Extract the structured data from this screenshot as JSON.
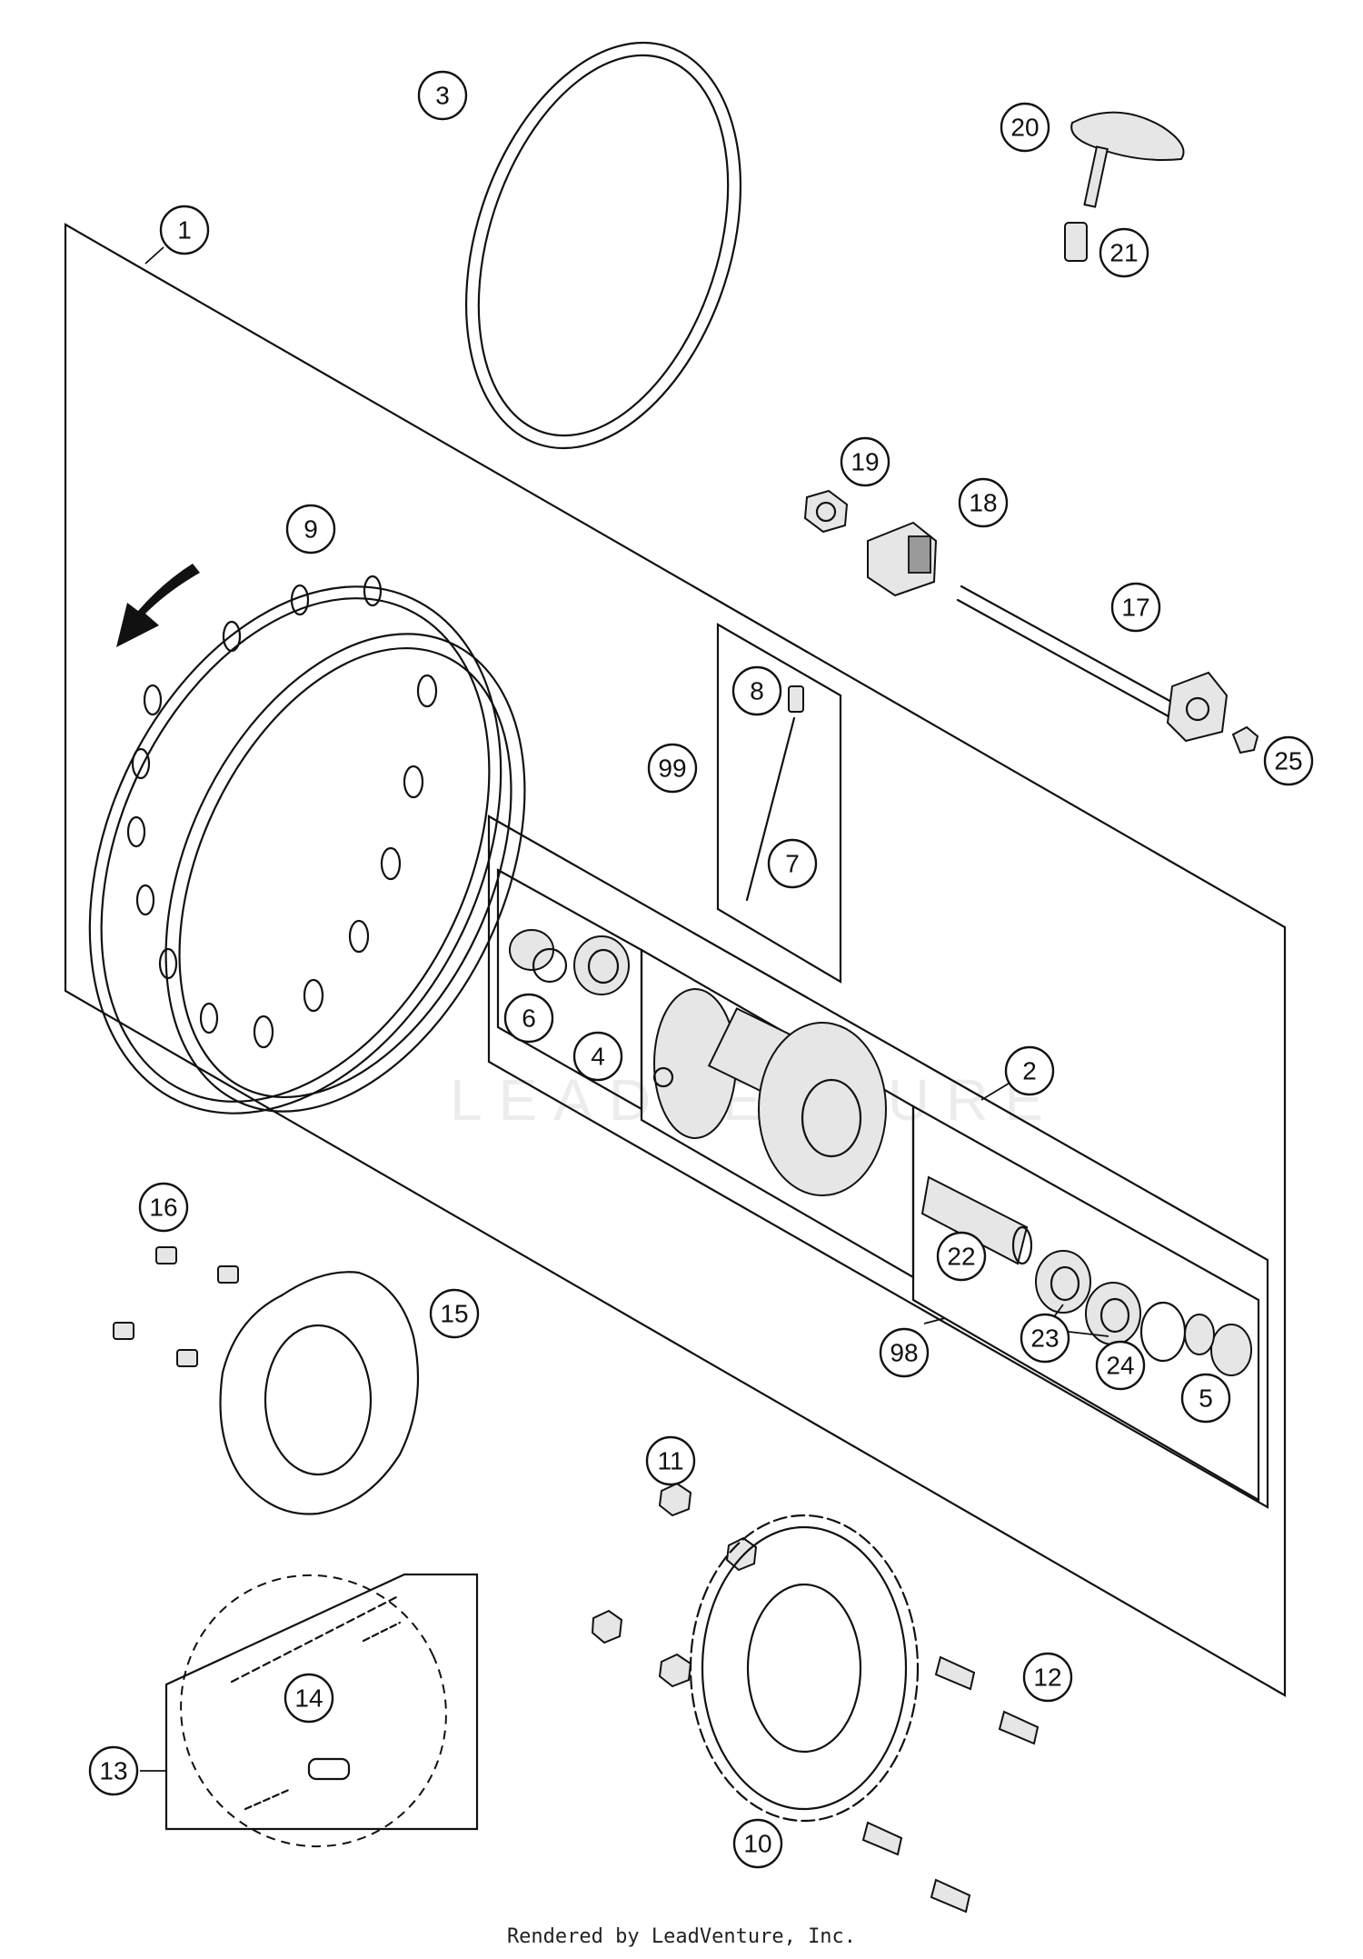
{
  "callouts": [
    {
      "id": "1",
      "label": "1"
    },
    {
      "id": "2",
      "label": "2"
    },
    {
      "id": "3",
      "label": "3"
    },
    {
      "id": "4",
      "label": "4"
    },
    {
      "id": "5",
      "label": "5"
    },
    {
      "id": "6",
      "label": "6"
    },
    {
      "id": "7",
      "label": "7"
    },
    {
      "id": "8",
      "label": "8"
    },
    {
      "id": "9",
      "label": "9"
    },
    {
      "id": "10",
      "label": "10"
    },
    {
      "id": "11",
      "label": "11"
    },
    {
      "id": "12",
      "label": "12"
    },
    {
      "id": "13",
      "label": "13"
    },
    {
      "id": "14",
      "label": "14"
    },
    {
      "id": "15",
      "label": "15"
    },
    {
      "id": "16",
      "label": "16"
    },
    {
      "id": "17",
      "label": "17"
    },
    {
      "id": "18",
      "label": "18"
    },
    {
      "id": "19",
      "label": "19"
    },
    {
      "id": "20",
      "label": "20"
    },
    {
      "id": "21",
      "label": "21"
    },
    {
      "id": "22",
      "label": "22"
    },
    {
      "id": "23",
      "label": "23"
    },
    {
      "id": "24",
      "label": "24"
    },
    {
      "id": "25",
      "label": "25"
    },
    {
      "id": "98",
      "label": "98"
    },
    {
      "id": "99",
      "label": "99"
    }
  ],
  "watermark": "LEADVENTURE",
  "footer": "Rendered by LeadVenture, Inc."
}
